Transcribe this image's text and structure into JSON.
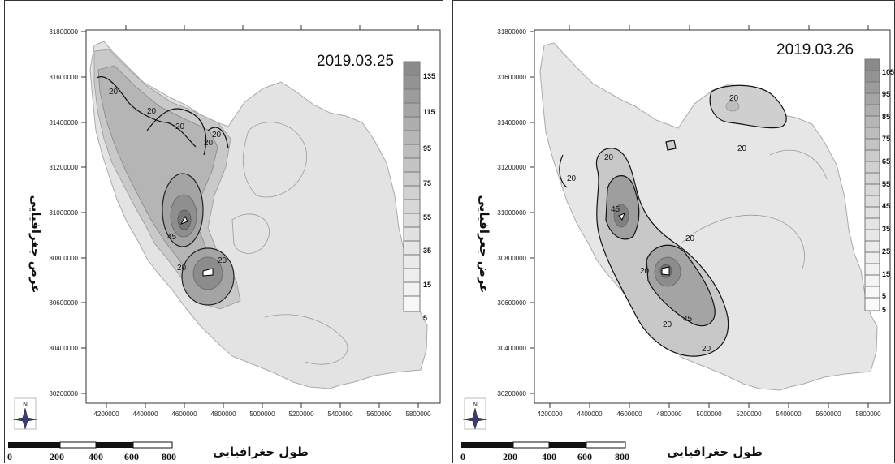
{
  "panels": [
    {
      "date": "2019.03.25",
      "y_ticks": [
        "31800000",
        "31600000",
        "31400000",
        "31200000",
        "31000000",
        "30800000",
        "30600000",
        "30400000",
        "30200000"
      ],
      "x_ticks": [
        "4200000",
        "4400000",
        "4600000",
        "4800000",
        "5000000",
        "5200000",
        "5400000",
        "5600000",
        "5800000"
      ],
      "legend_labels": [
        "135",
        "115",
        "95",
        "75",
        "55",
        "35",
        "15",
        "5"
      ],
      "contour_labels": [
        "20",
        "20",
        "20",
        "20",
        "20",
        "20",
        "45",
        "20"
      ],
      "x_axis_title": "طول جغرافیایی",
      "y_axis_title": "عرض جغرافیایی",
      "north_label": "N",
      "scale_labels": [
        "0",
        "200",
        "400",
        "600",
        "800"
      ]
    },
    {
      "date": "2019.03.26",
      "y_ticks": [
        "31800000",
        "31600000",
        "31400000",
        "31200000",
        "31000000",
        "30800000",
        "30600000",
        "30400000",
        "30200000"
      ],
      "x_ticks": [
        "4200000",
        "4400000",
        "4600000",
        "4800000",
        "5000000",
        "5200000",
        "5400000",
        "5600000",
        "5800000"
      ],
      "legend_labels": [
        "105",
        "95",
        "85",
        "75",
        "65",
        "55",
        "45",
        "35",
        "25",
        "15",
        "5",
        "5"
      ],
      "contour_labels": [
        "20",
        "20",
        "20",
        "45",
        "20",
        "20",
        "20",
        "45",
        "20",
        "20"
      ],
      "x_axis_title": "طول جغرافیایی",
      "y_axis_title": "عرض جغرافیایی",
      "north_label": "N",
      "scale_labels": [
        "0",
        "200",
        "400",
        "600",
        "800"
      ]
    }
  ]
}
